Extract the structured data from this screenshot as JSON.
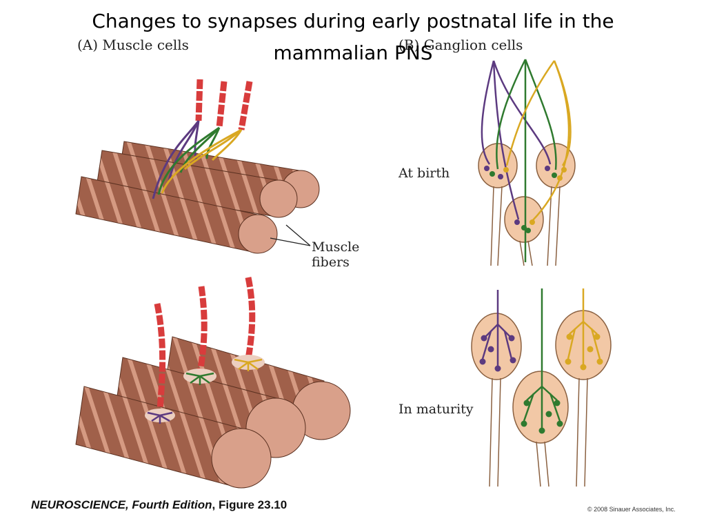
{
  "slide": {
    "title_line1": "Changes to synapses during early postnatal life in the",
    "title_line2": "mammalian PNS"
  },
  "figure": {
    "panel_a_label": "(A)  Muscle cells",
    "panel_b_label": "(B)  Ganglion cells",
    "row_birth_label": "At birth",
    "row_maturity_label": "In maturity",
    "muscle_label_line1": "Muscle",
    "muscle_label_line2": "fibers"
  },
  "footer": {
    "book": "NEUROSCIENCE, Fourth Edition",
    "figure_ref": ", Figure 23.10",
    "copyright": "© 2008 Sinauer Associates, Inc."
  },
  "colors": {
    "muscle": "#a0604a",
    "muscle_band": "#d59a82",
    "muscle_end": "#d9a08a",
    "axon_red": "#d83c3c",
    "purple": "#5c3a80",
    "green": "#2f7a2f",
    "yellow": "#d9a822",
    "cell_body": "#f2c8a6"
  }
}
